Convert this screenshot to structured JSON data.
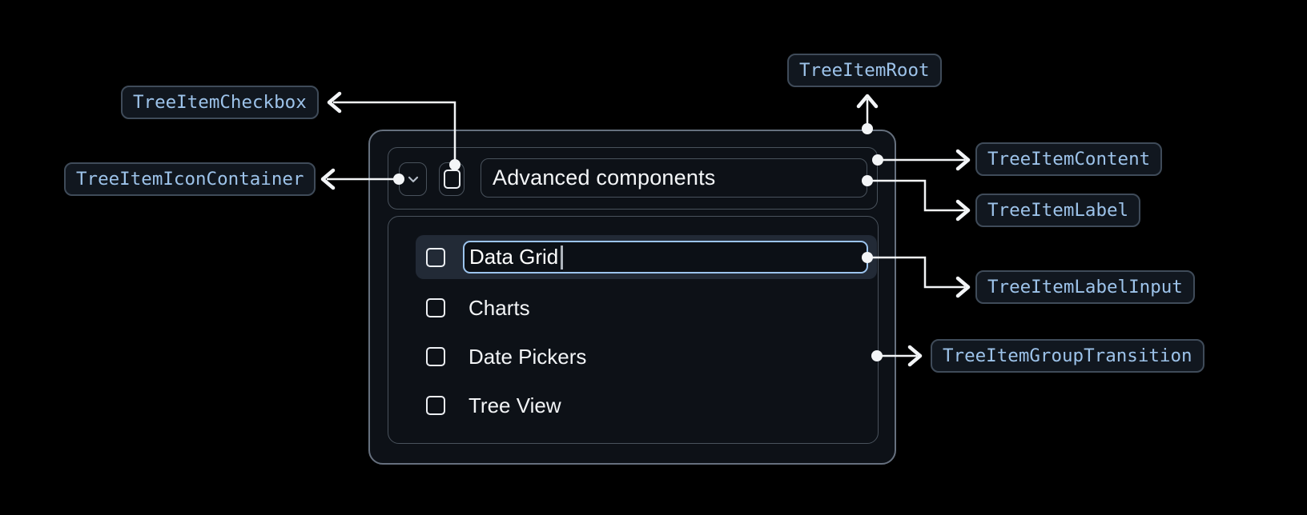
{
  "badges": {
    "root": "TreeItemRoot",
    "content": "TreeItemContent",
    "label": "TreeItemLabel",
    "label_input": "TreeItemLabelInput",
    "group_transition": "TreeItemGroupTransition",
    "checkbox": "TreeItemCheckbox",
    "icon_container": "TreeItemIconContainer"
  },
  "tree": {
    "parent": {
      "label": "Advanced components",
      "state": "expanded"
    },
    "editing_item": {
      "value": "Data Grid"
    },
    "children": [
      {
        "label": "Charts"
      },
      {
        "label": "Date Pickers"
      },
      {
        "label": "Tree View"
      }
    ]
  },
  "icons": {
    "expand": "chevron-down-icon",
    "checkbox": "checkbox-unchecked-icon"
  },
  "colors": {
    "background": "#000000",
    "panel": "#0d1117",
    "border": "#49525c",
    "root_border": "#66707e",
    "accent_blue": "#9cc4ee",
    "row_highlight": "#222a36",
    "badge_text": "#9dc3ea",
    "badge_border": "#3f4b59",
    "connector": "#f3f5f7"
  }
}
